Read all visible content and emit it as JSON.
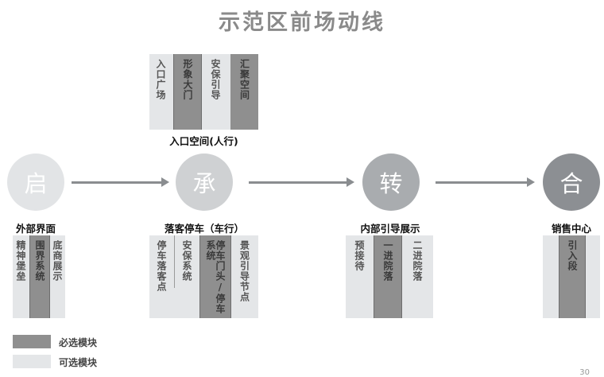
{
  "title": "示范区前场动线",
  "entry_space": {
    "label": "入口空间(人行)",
    "modules": [
      "入口广场",
      "形象大门",
      "安保引导",
      "汇聚空间"
    ]
  },
  "stages": [
    {
      "glyph": "启",
      "label": "外部界面",
      "color": "#e2e4e6",
      "modules": [
        "精神堡垒",
        "围界系统",
        "底商展示"
      ]
    },
    {
      "glyph": "承",
      "label": "落客停车（车行）",
      "color": "#cfd1d3",
      "modules": [
        "停车落客点",
        "安保系统",
        "停车门头/停车系统",
        "景观引导节点"
      ]
    },
    {
      "glyph": "转",
      "label": "内部引导展示",
      "color": "#a9acaf",
      "modules": [
        "预接待",
        "一进院落",
        "二进院落"
      ]
    },
    {
      "glyph": "合",
      "label": "销售中心",
      "color": "#8c8f93",
      "modules": [
        "引入段"
      ]
    }
  ],
  "legend": {
    "required": "必选模块",
    "optional": "可选模块",
    "required_color": "#8f8f8f",
    "optional_color": "#e4e6e8"
  },
  "page_number": "30"
}
